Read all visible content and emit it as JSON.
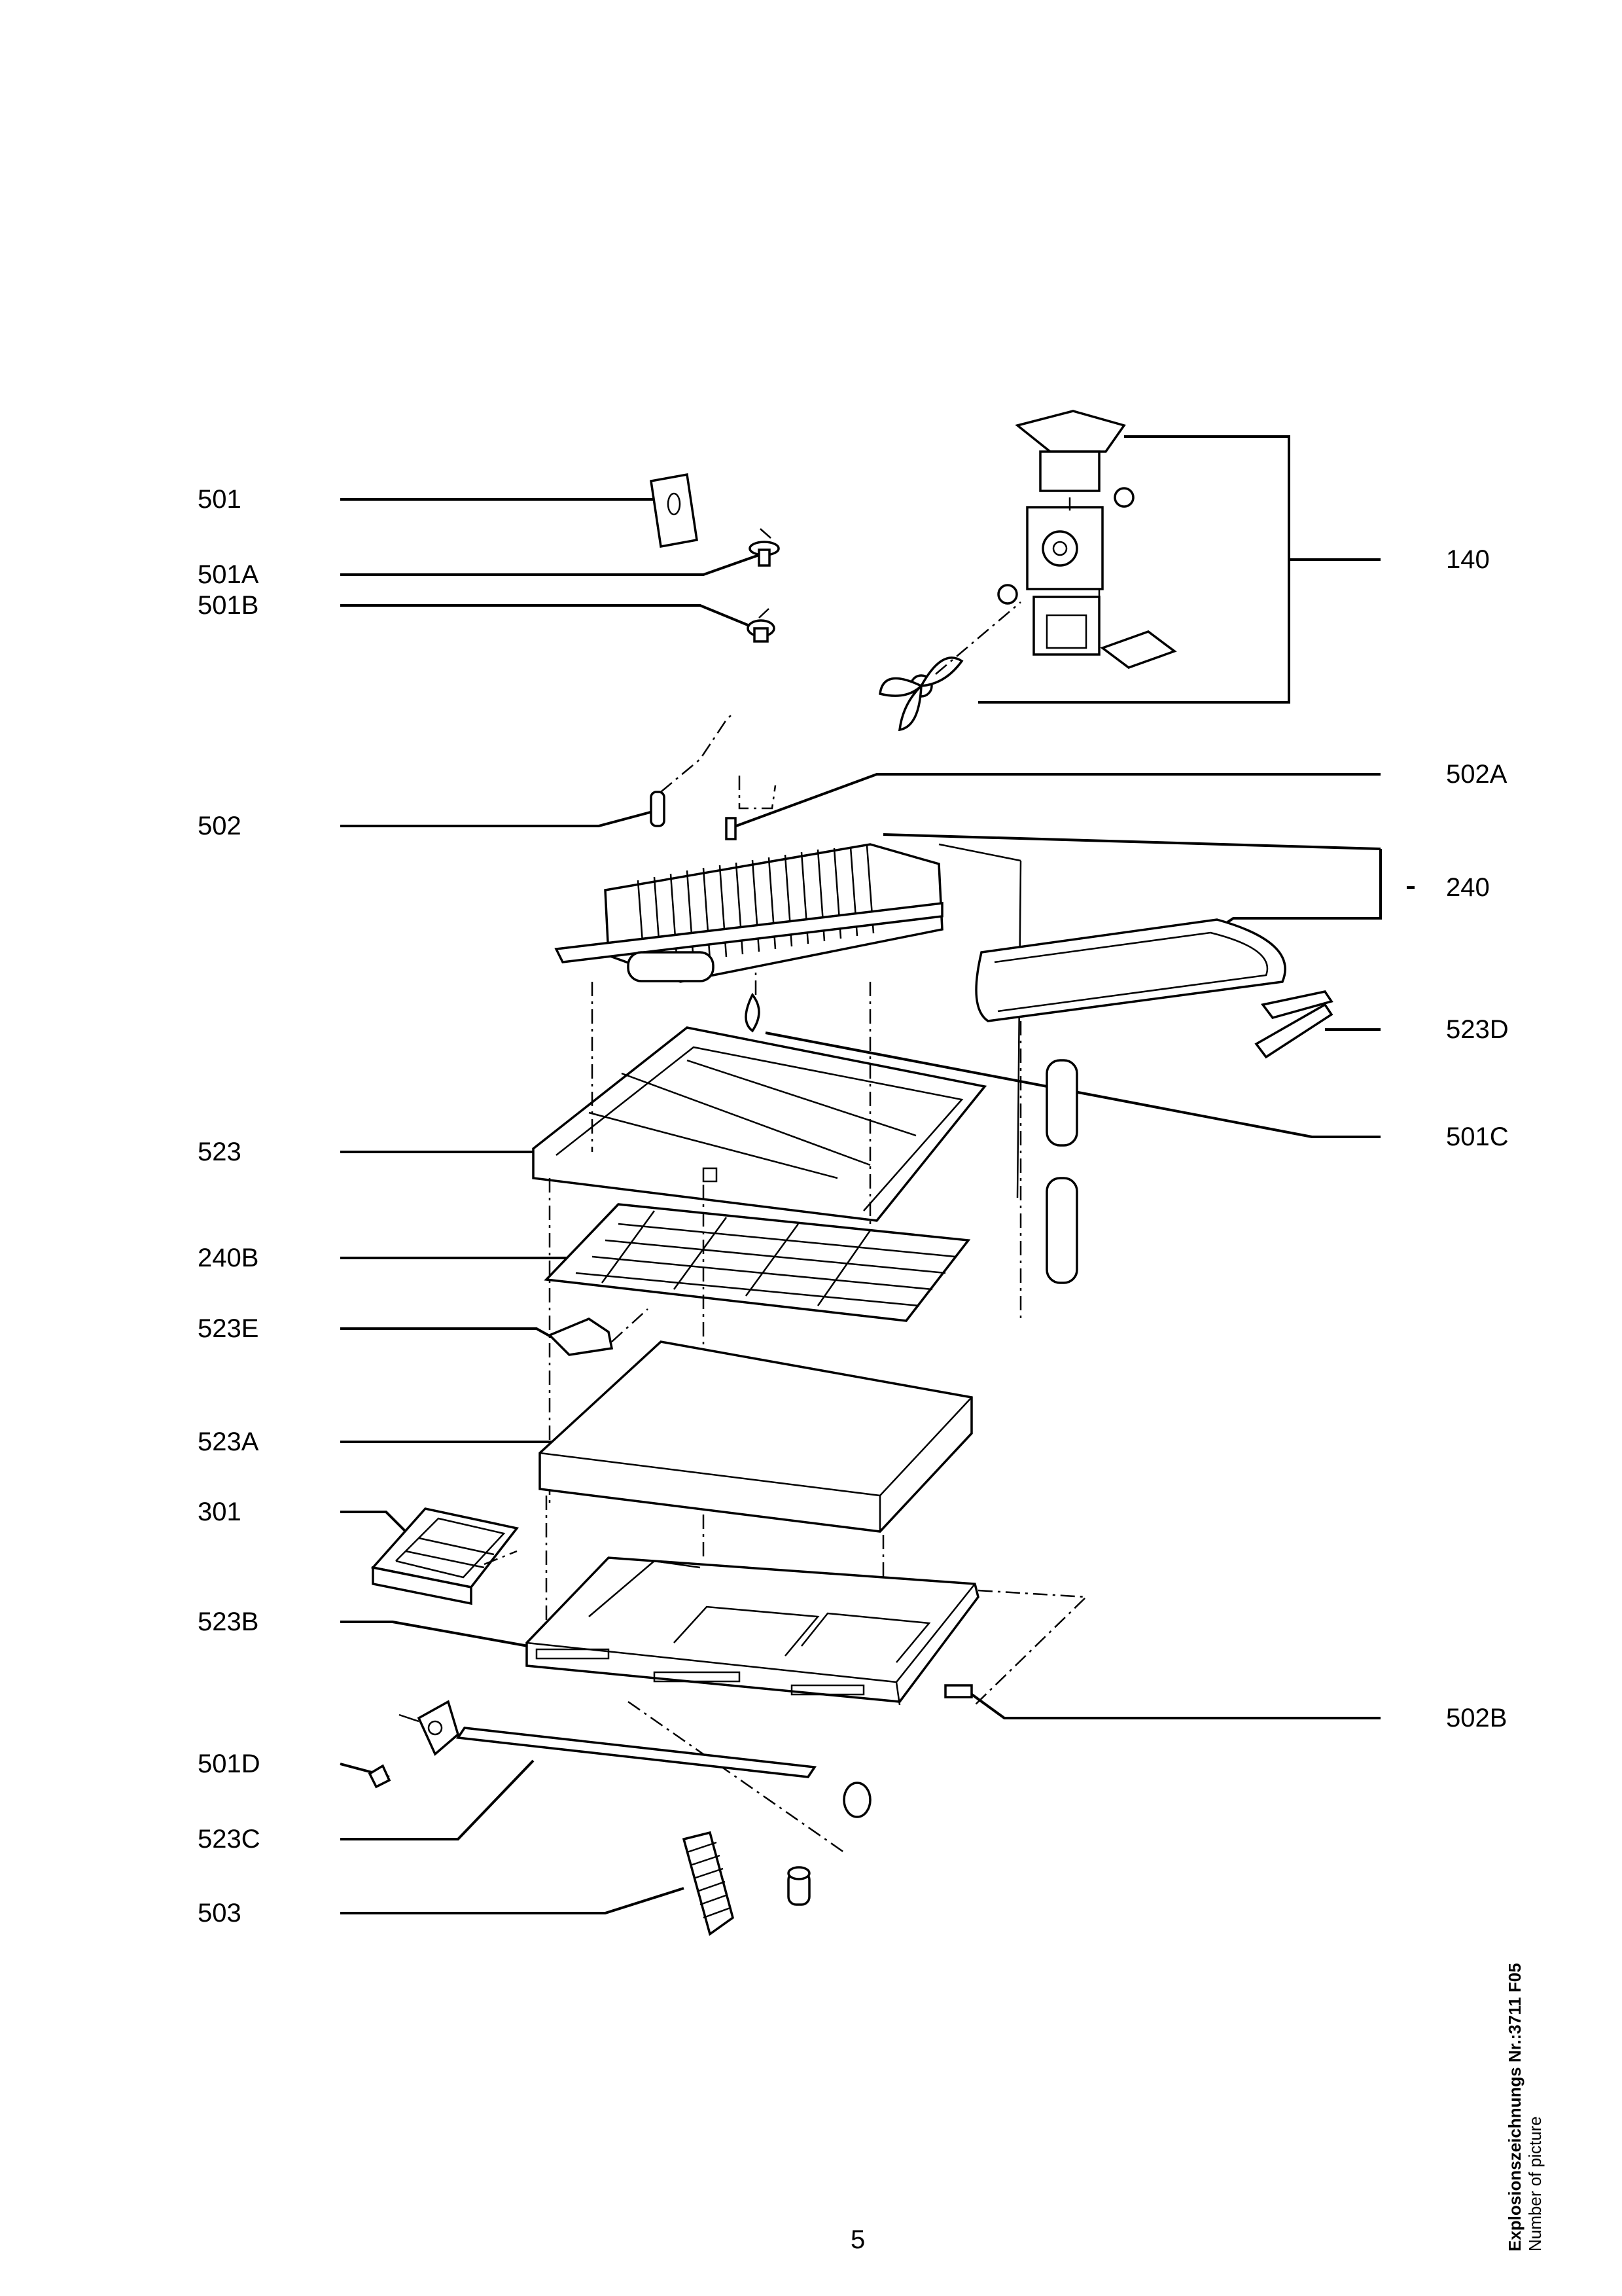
{
  "labels_left": [
    {
      "id": "501",
      "text": "501"
    },
    {
      "id": "501A",
      "text": "501A"
    },
    {
      "id": "501B",
      "text": "501B"
    },
    {
      "id": "502",
      "text": "502"
    },
    {
      "id": "523",
      "text": "523"
    },
    {
      "id": "240B",
      "text": "240B"
    },
    {
      "id": "523E",
      "text": "523E"
    },
    {
      "id": "523A",
      "text": "523A"
    },
    {
      "id": "301",
      "text": "301"
    },
    {
      "id": "523B",
      "text": "523B"
    },
    {
      "id": "501D",
      "text": "501D"
    },
    {
      "id": "523C",
      "text": "523C"
    },
    {
      "id": "503",
      "text": "503"
    }
  ],
  "labels_right": [
    {
      "id": "140",
      "text": "140"
    },
    {
      "id": "502A",
      "text": "502A"
    },
    {
      "id": "240",
      "text": "240"
    },
    {
      "id": "523D",
      "text": "523D"
    },
    {
      "id": "501C",
      "text": "501C"
    },
    {
      "id": "502B",
      "text": "502B"
    }
  ],
  "caption": {
    "title": "Explosionszeichnungs Nr.:3711 F05",
    "subtitle": "Number of picture"
  },
  "page_number": "5"
}
